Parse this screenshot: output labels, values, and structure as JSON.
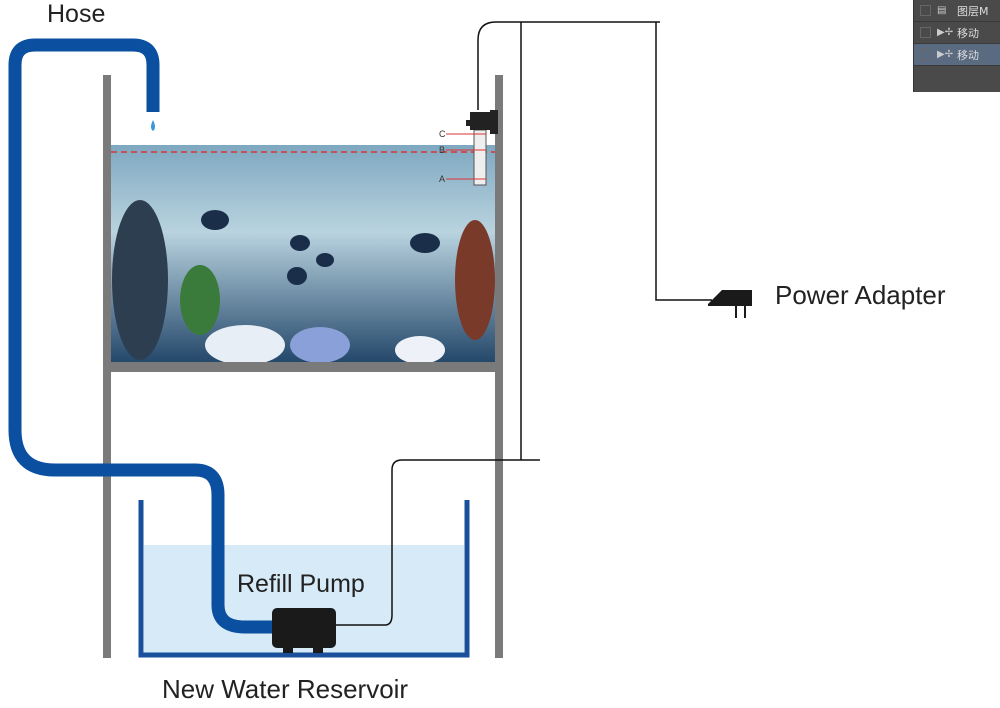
{
  "labels": {
    "hose": "Hose",
    "power_adapter": "Power Adapter",
    "refill_pump": "Refill Pump",
    "reservoir": "New Water Reservoir"
  },
  "sensor_levels": [
    "C",
    "B",
    "A"
  ],
  "layers_panel": {
    "rows": [
      {
        "icon": "document-icon",
        "label": "图层M"
      },
      {
        "icon": "move-icon",
        "label": "移动"
      },
      {
        "icon": "move-icon",
        "label": "移动"
      }
    ]
  },
  "colors": {
    "hose": "#0a4fa0",
    "tank_wall": "#777777",
    "water": "#cfe6f5",
    "reservoir": "#1a4f9c"
  }
}
